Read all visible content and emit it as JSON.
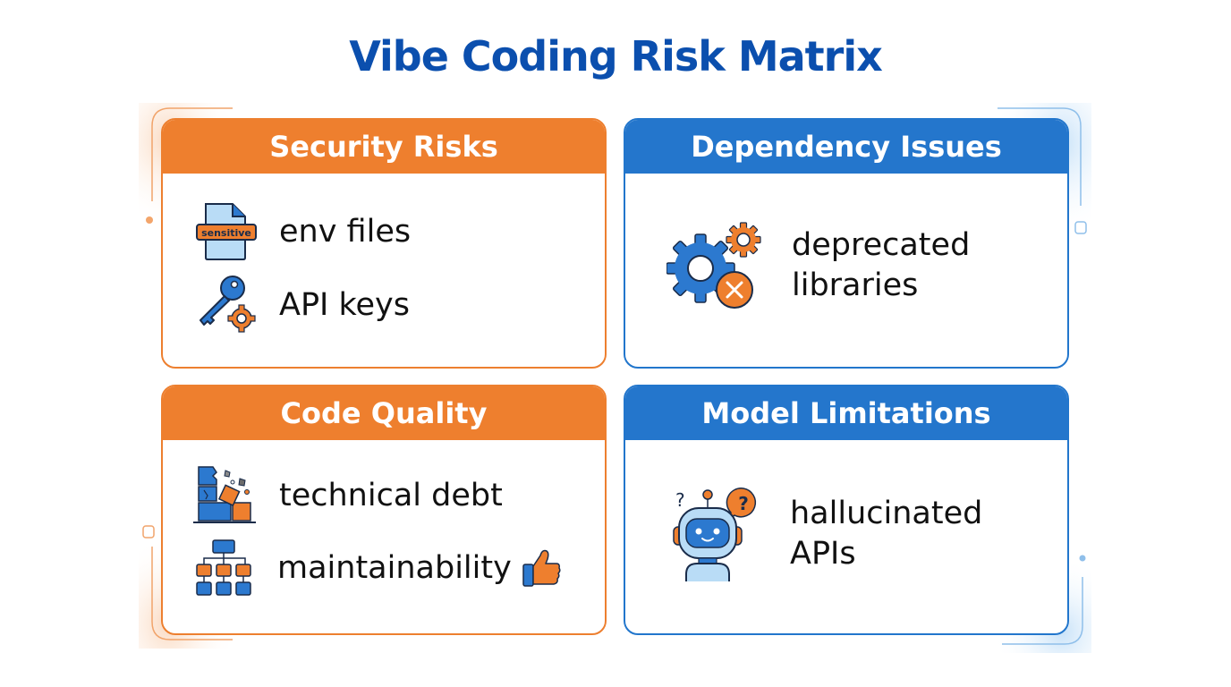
{
  "title": "Vibe Coding Risk Matrix",
  "colors": {
    "title": "#0b4fae",
    "orange": "#ee7f2e",
    "blue": "#2476cc"
  },
  "cards": [
    {
      "title": "Security Risks",
      "accent": "orange",
      "items": [
        {
          "icon": "sensitive-file-icon",
          "badge": "sensitive",
          "label": "env files"
        },
        {
          "icon": "key-gear-icon",
          "label": "API keys"
        }
      ]
    },
    {
      "title": "Dependency Issues",
      "accent": "blue",
      "items": [
        {
          "icon": "gears-error-icon",
          "label_line1": "deprecated",
          "label_line2": "libraries"
        }
      ]
    },
    {
      "title": "Code Quality",
      "accent": "orange",
      "items": [
        {
          "icon": "crumbling-blocks-icon",
          "label": "technical debt"
        },
        {
          "icon": "hierarchy-icon",
          "label": "maintainability",
          "suffix_icon": "thumbs-up-icon"
        }
      ]
    },
    {
      "title": "Model Limitations",
      "accent": "blue",
      "items": [
        {
          "icon": "confused-robot-icon",
          "label_line1": "hallucinated",
          "label_line2": "APIs"
        }
      ]
    }
  ]
}
